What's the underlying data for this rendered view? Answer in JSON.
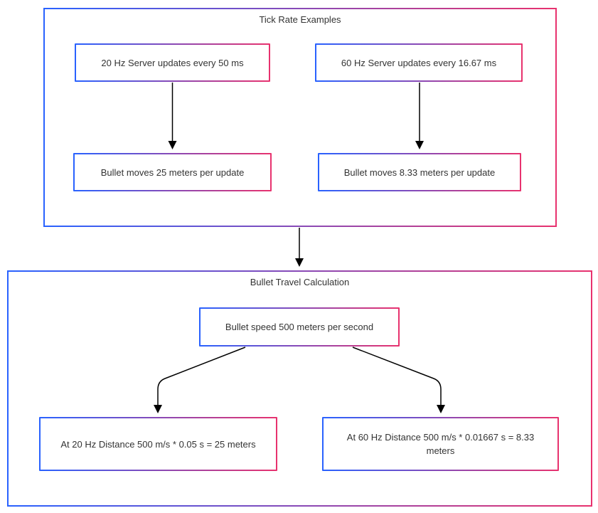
{
  "diagram": {
    "type": "flowchart",
    "background": "#ffffff",
    "colors": {
      "border_gradient_start": "#2962FF",
      "border_gradient_end": "#E8326E",
      "node_fill": "#ffffff",
      "text": "#333333",
      "arrow": "#000000"
    },
    "subgraphs": [
      {
        "title": "Tick Rate Examples"
      },
      {
        "title": "Bullet Travel Calculation"
      }
    ],
    "nodes": [
      {
        "label": "20 Hz Server updates every 50 ms"
      },
      {
        "label": "60 Hz Server updates every 16.67 ms"
      },
      {
        "label": "Bullet moves 25 meters per update"
      },
      {
        "label": "Bullet moves 8.33 meters per update"
      },
      {
        "label": "Bullet speed 500 meters per second"
      },
      {
        "label": "At 20 Hz Distance 500 m/s * 0.05 s = 25 meters"
      },
      {
        "label": "At 60 Hz Distance 500 m/s * 0.01667 s = 8.33 meters"
      }
    ],
    "edges": [
      {
        "from": "20 Hz Server updates every 50 ms",
        "to": "Bullet moves 25 meters per update"
      },
      {
        "from": "60 Hz Server updates every 16.67 ms",
        "to": "Bullet moves 8.33 meters per update"
      },
      {
        "from": "Tick Rate Examples",
        "to": "Bullet Travel Calculation"
      },
      {
        "from": "Bullet speed 500 meters per second",
        "to": "At 20 Hz Distance 500 m/s * 0.05 s = 25 meters"
      },
      {
        "from": "Bullet speed 500 meters per second",
        "to": "At 60 Hz Distance 500 m/s * 0.01667 s = 8.33 meters"
      }
    ]
  }
}
